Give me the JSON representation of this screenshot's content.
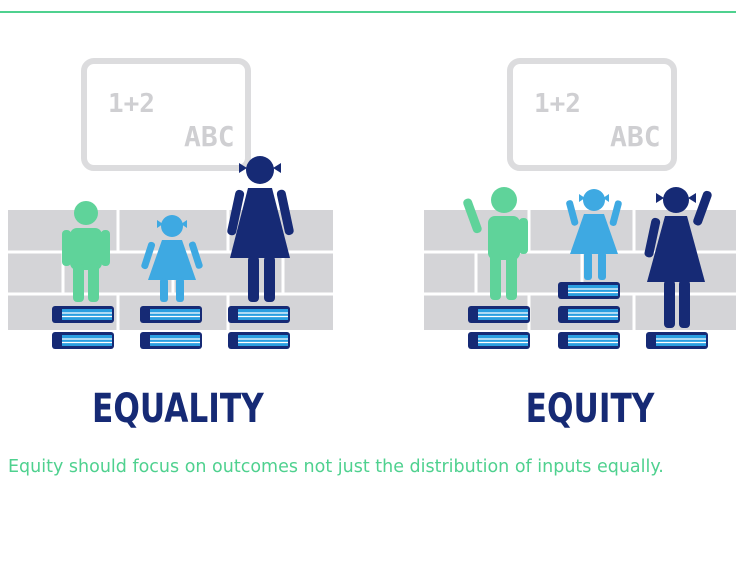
{
  "colors": {
    "accent": "#4fd18f",
    "heading": "#162a75",
    "child_green": "#5fd39a",
    "child_blue": "#3ea9e2",
    "child_navy": "#162a75",
    "wall": "#d4d4d7",
    "board": "#dcdcde",
    "book_spine": "#2a9ee0",
    "book_cover": "#162a75"
  },
  "panels": [
    {
      "board_math": "1+2",
      "board_letters": "ABC",
      "heading": "EQUALITY",
      "book_stacks": [
        2,
        2,
        2
      ]
    },
    {
      "board_math": "1+2",
      "board_letters": "ABC",
      "heading": "EQUITY",
      "book_stacks": [
        2,
        3,
        1
      ]
    }
  ],
  "caption": "Equity should focus on outcomes not just the distribution of inputs equally.",
  "icons": [
    "chalkboard-icon",
    "child-boy-icon",
    "child-girl-icon",
    "book-stack-icon"
  ]
}
